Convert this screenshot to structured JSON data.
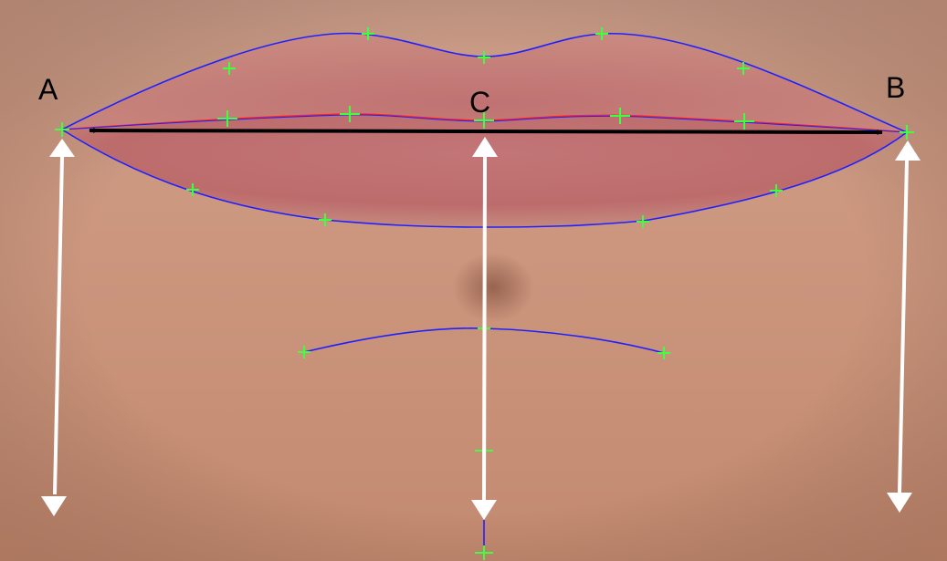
{
  "points": {
    "a": {
      "label": "A"
    },
    "b": {
      "label": "B"
    },
    "c": {
      "label": "C"
    }
  },
  "colors": {
    "skin": "#c9957c",
    "lip": "#b76866",
    "contour_line": "#2020ff",
    "landmark_marker": "#40ff40",
    "mouth_line": "#ff2020",
    "width_arrow": "#000000",
    "height_arrows": "#ffffff"
  },
  "icons": {
    "landmark": "green-cross-marker",
    "arrow": "double-headed-arrow"
  }
}
